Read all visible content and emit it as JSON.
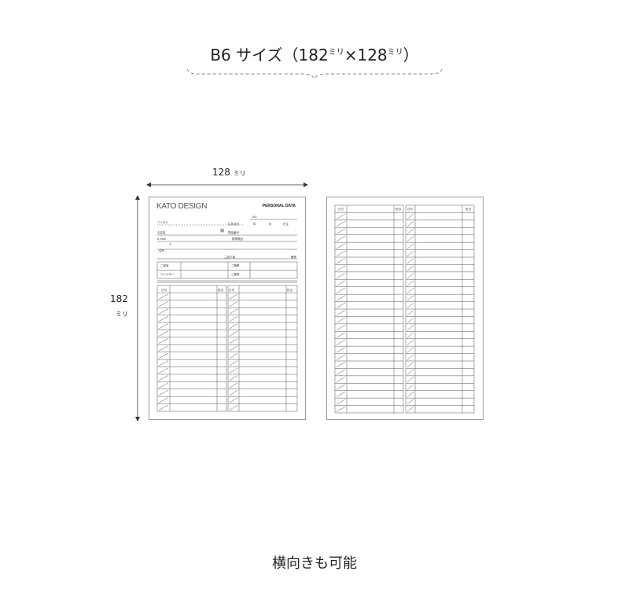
{
  "header": {
    "title_main": "B6 サイズ（182",
    "title_unit1": "ミリ",
    "title_mid": "×128",
    "title_unit2": "ミリ",
    "title_close": "）"
  },
  "dimensions": {
    "width_value": "128",
    "width_unit": "ミリ",
    "height_value": "182",
    "height_unit": "ミリ"
  },
  "front_sheet": {
    "logo": "KATO DESIGN",
    "doc_title": "PERSONAL DATA",
    "labels": {
      "no": "NO.",
      "furigana": "フリガナ",
      "name": "お名前",
      "sama": "様",
      "birthday": "生年月日",
      "year": "年",
      "month": "月",
      "day": "日生",
      "phone": "電話番号",
      "email": "E-mail",
      "mobile": "携帯電話",
      "postal": "〒",
      "address": "住所",
      "family": "ご家族",
      "occupation": "ご職業",
      "referral": "ご紹介者",
      "hobby": "ご趣味",
      "allergy": "アレルギー",
      "note": "備考",
      "date": "日付",
      "staff": "担当"
    }
  },
  "back_sheet": {
    "labels": {
      "date": "日付",
      "staff": "担当"
    }
  },
  "footer": {
    "caption": "横向きも可能"
  }
}
